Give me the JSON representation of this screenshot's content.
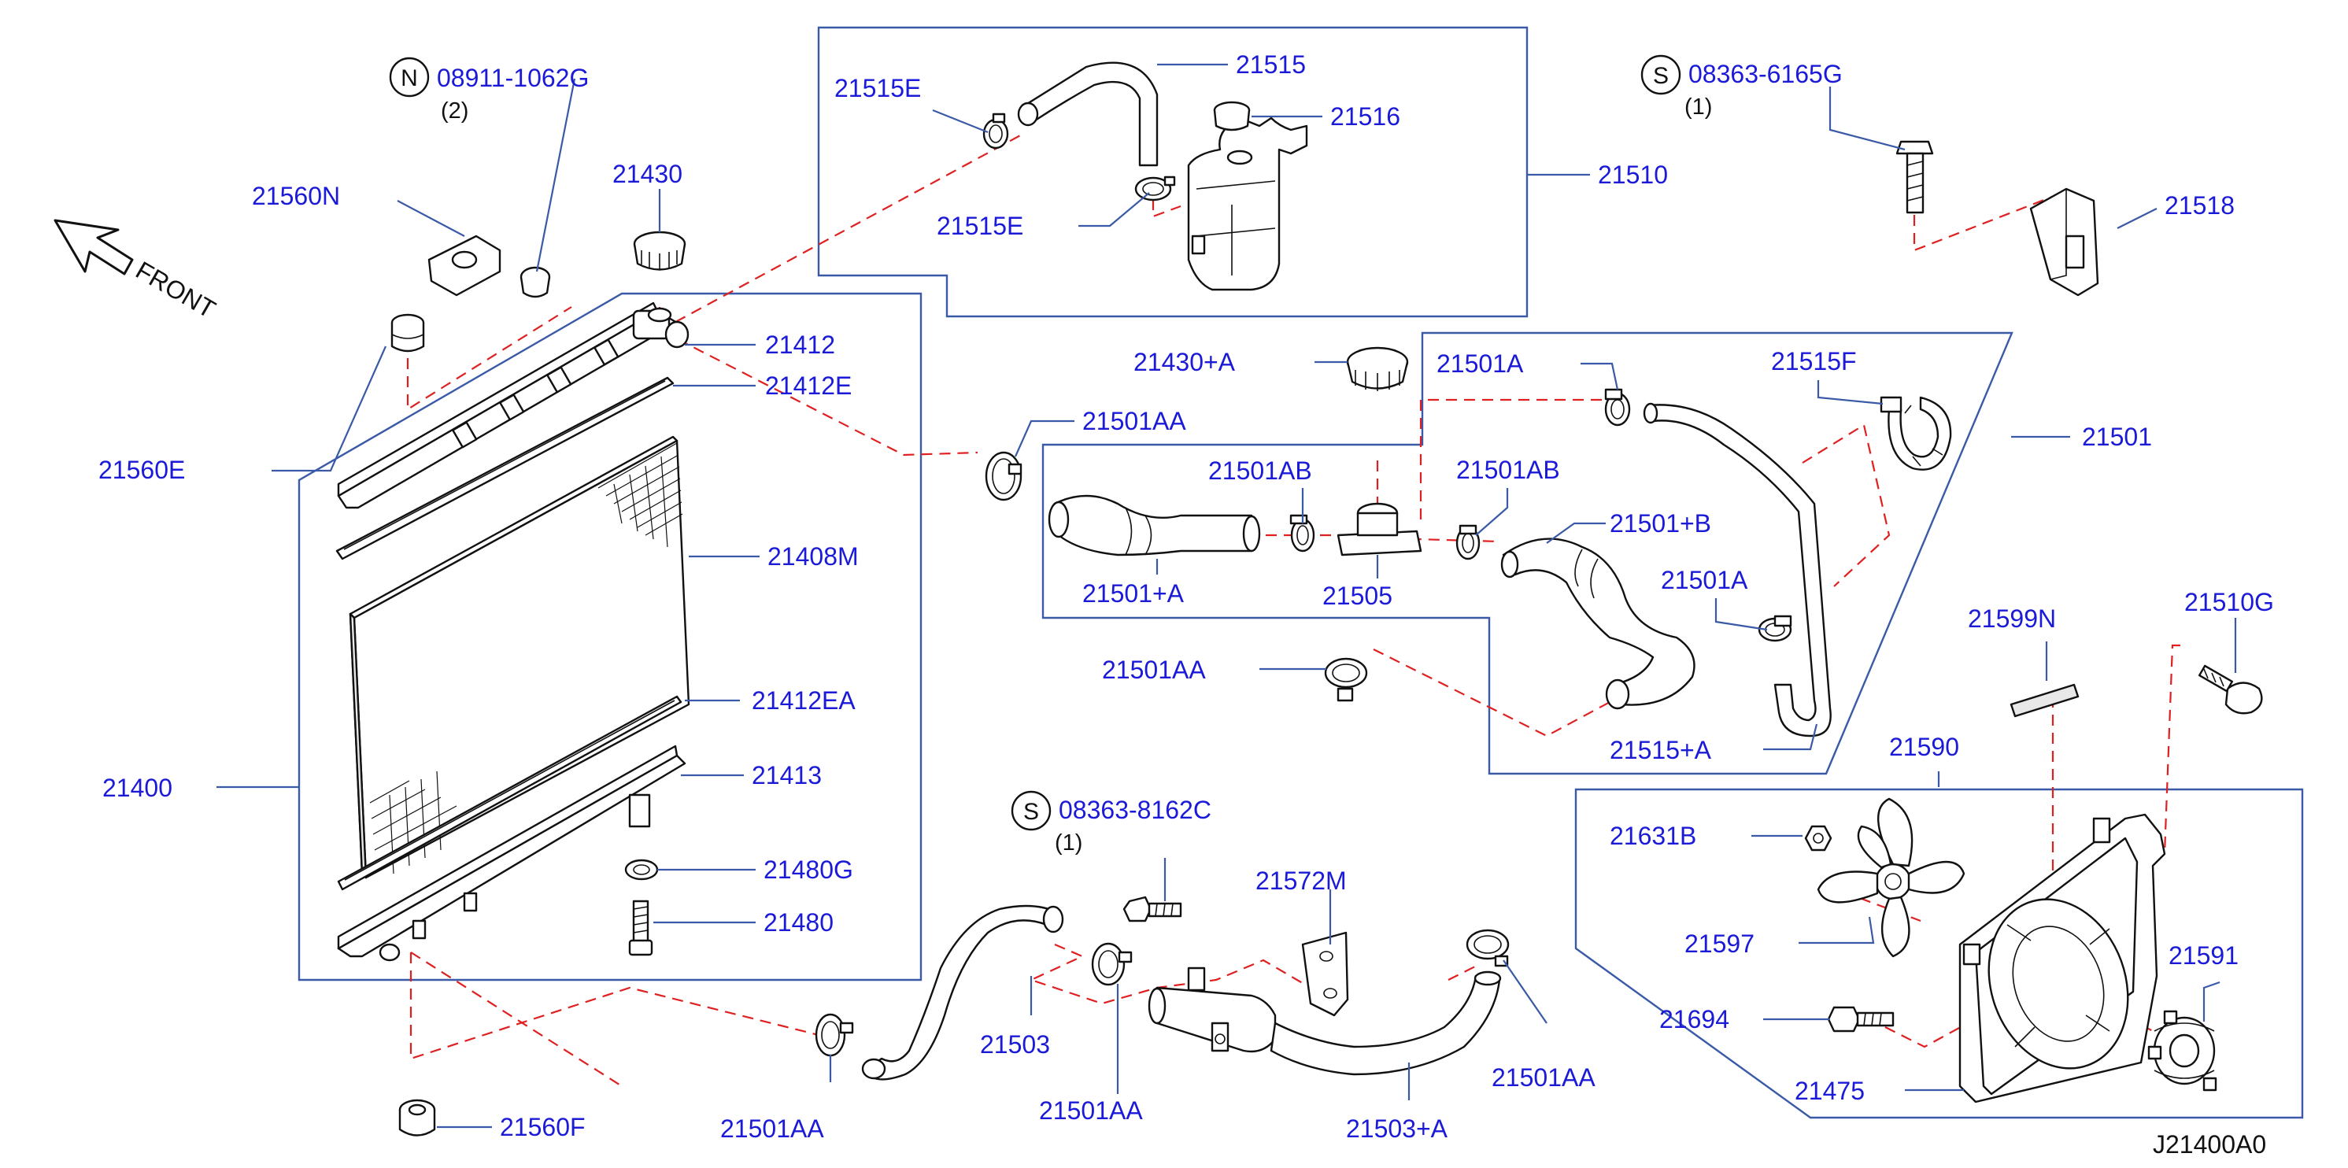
{
  "diagram": {
    "diagram_id": "J21400A0",
    "front_label": "FRONT",
    "callouts": {
      "n_08911_1062g": {
        "circle": "N",
        "label": "08911-1062G",
        "qty": "(2)"
      },
      "s_08363_6165g": {
        "circle": "S",
        "label": "08363-6165G",
        "qty": "(1)"
      },
      "s_08363_8162c": {
        "circle": "S",
        "label": "08363-8162C",
        "qty": "(1)"
      }
    },
    "labels": {
      "p21560n": "21560N",
      "p21430": "21430",
      "p21412": "21412",
      "p21412e": "21412E",
      "p21560e": "21560E",
      "p21408m": "21408M",
      "p21412ea": "21412EA",
      "p21400": "21400",
      "p21413": "21413",
      "p21480g": "21480G",
      "p21480": "21480",
      "p21560f": "21560F",
      "p21515e_top": "21515E",
      "p21515": "21515",
      "p21516": "21516",
      "p21515e_low": "21515E",
      "p21510": "21510",
      "p21518": "21518",
      "p21430a": "21430+A",
      "p21501a_top": "21501A",
      "p21515f": "21515F",
      "p21501": "21501",
      "p21501aa_top": "21501AA",
      "p21501ab_l": "21501AB",
      "p21501ab_r": "21501AB",
      "p21501b": "21501+B",
      "p21501a_mid": "21501A",
      "p21501pa": "21501+A",
      "p21505": "21505",
      "p21501aa_mid": "21501AA",
      "p21515a": "21515+A",
      "p21599n": "21599N",
      "p21510g": "21510G",
      "p21590": "21590",
      "p21631b": "21631B",
      "p21597": "21597",
      "p21591": "21591",
      "p21694": "21694",
      "p21475": "21475",
      "p21572m": "21572M",
      "p21503": "21503",
      "p21501aa_bl": "21501AA",
      "p21501aa_bm": "21501AA",
      "p21503a": "21503+A",
      "p21501aa_br": "21501AA"
    }
  }
}
